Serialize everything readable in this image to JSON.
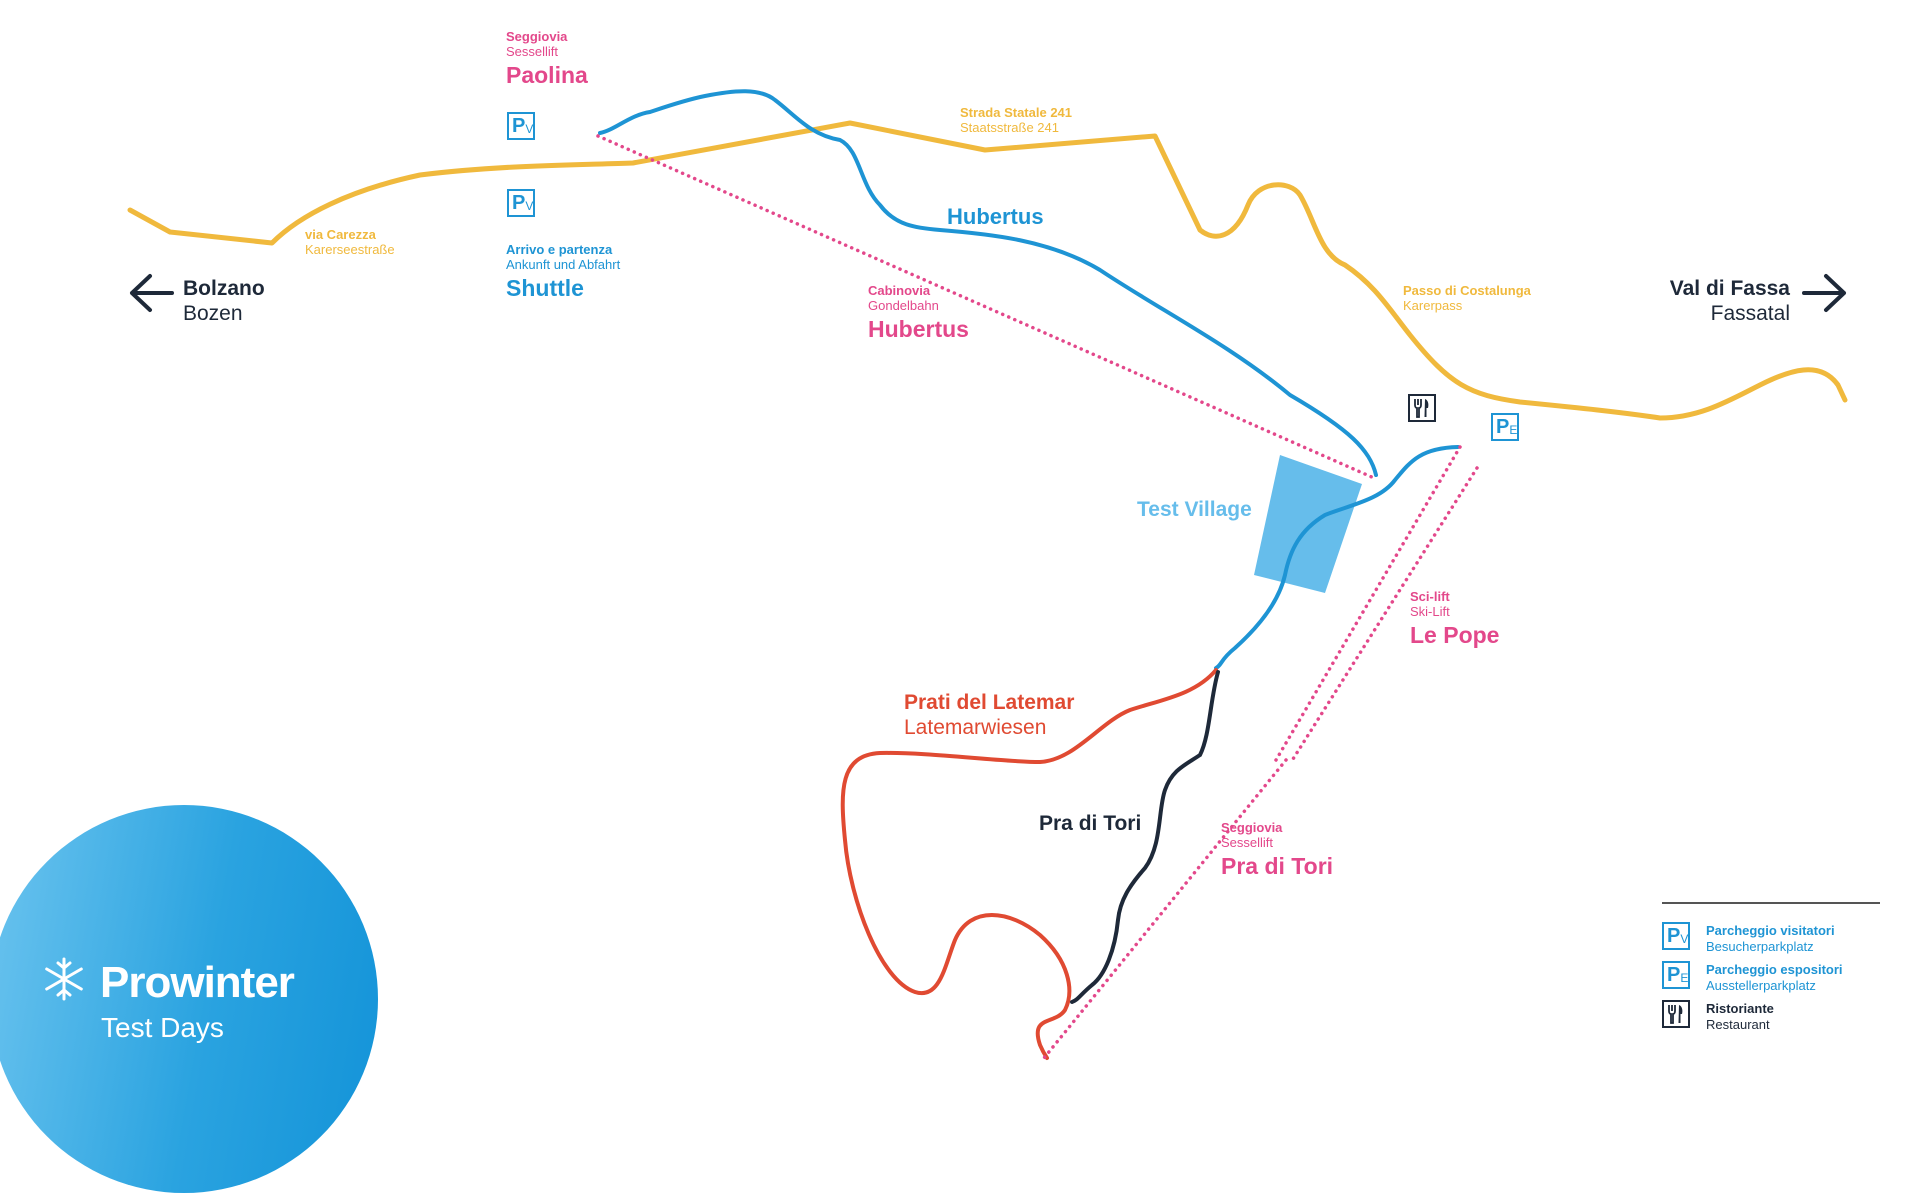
{
  "destinations": {
    "west": {
      "name": "Bolzano",
      "name_de": "Bozen"
    },
    "east": {
      "name": "Val di Fassa",
      "name_de": "Fassatal"
    }
  },
  "roads": {
    "carezza": {
      "name": "via Carezza",
      "name_de": "Karerseestraße"
    },
    "ss241": {
      "name": "Strada Statale 241",
      "name_de": "Staatsstraße 241"
    },
    "costalunga": {
      "name": "Passo di Costalunga",
      "name_de": "Karerpass"
    }
  },
  "lifts": {
    "paolina": {
      "type": "Seggiovia",
      "type_de": "Sessellift",
      "name": "Paolina"
    },
    "hubertus": {
      "type": "Cabinovia",
      "type_de": "Gondelbahn",
      "name": "Hubertus"
    },
    "lepope": {
      "type": "Sci-lift",
      "type_de": "Ski-Lift",
      "name": "Le Pope"
    },
    "praditori": {
      "type": "Seggiovia",
      "type_de": "Sessellift",
      "name": "Pra di Tori"
    }
  },
  "shuttle": {
    "line1": "Arrivo e partenza",
    "line2": "Ankunft und Abfahrt",
    "name": "Shuttle"
  },
  "slopes": {
    "hubertus": "Hubertus",
    "latemar": {
      "name": "Prati del Latemar",
      "name_de": "Latemarwiesen"
    },
    "praditori": "Pra di Tori"
  },
  "test_village": "Test Village",
  "icons": {
    "parking_visitor": {
      "letter": "P",
      "sub": "V"
    },
    "parking_exhibitor": {
      "letter": "P",
      "sub": "E"
    },
    "restaurant": "fork-knife-icon"
  },
  "legend": {
    "visitor": {
      "it": "Parcheggio visitatori",
      "de": "Besucherparkplatz"
    },
    "exhibitor": {
      "it": "Parcheggio espositori",
      "de": "Ausstellerparkplatz"
    },
    "restaurant": {
      "it": "Ristoriante",
      "de": "Restaurant"
    }
  },
  "logo": {
    "title": "Prowinter",
    "subtitle": "Test Days"
  },
  "colors": {
    "road": "#f0b93d",
    "lift": "#e3488b",
    "slope_blue": "#1e94d4",
    "slope_red": "#e04a32",
    "slope_black": "#1e2939",
    "village": "#66bdeb"
  }
}
